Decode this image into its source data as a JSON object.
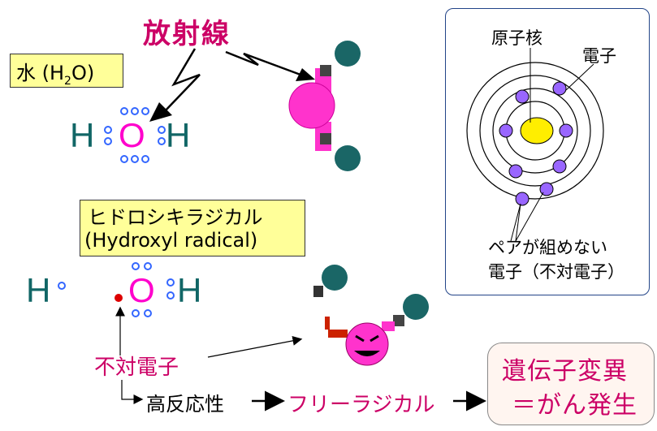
{
  "title": "放射線",
  "water": {
    "label_pre": "水 (H",
    "label_sub": "2",
    "label_post": "O)",
    "h_left": "H",
    "o": "O",
    "h_right": "H"
  },
  "radical": {
    "name_ja": "ヒドロシキラジカル",
    "name_en": "(Hydroxyl radical)",
    "h": "H",
    "o": "O",
    "h_right": "H"
  },
  "atom_panel": {
    "nucleus_label": "原子核",
    "electron_label": "電子",
    "unpaired_line1": "ペアが組めない",
    "unpaired_line2": "電子（不対電子）"
  },
  "unpaired_label": "不対電子",
  "flow": {
    "high_reactivity": "高反応性",
    "free_radical": "フリーラジカル"
  },
  "result": {
    "line1": "遺伝子変異",
    "line2": "＝がん発生"
  },
  "colors": {
    "accent": "#cc0066",
    "atom_h": "#116666",
    "atom_o": "#ff00cc",
    "electron": "#9966ff",
    "nucleus": "#ffee00",
    "label_bg": "#ffff99"
  }
}
